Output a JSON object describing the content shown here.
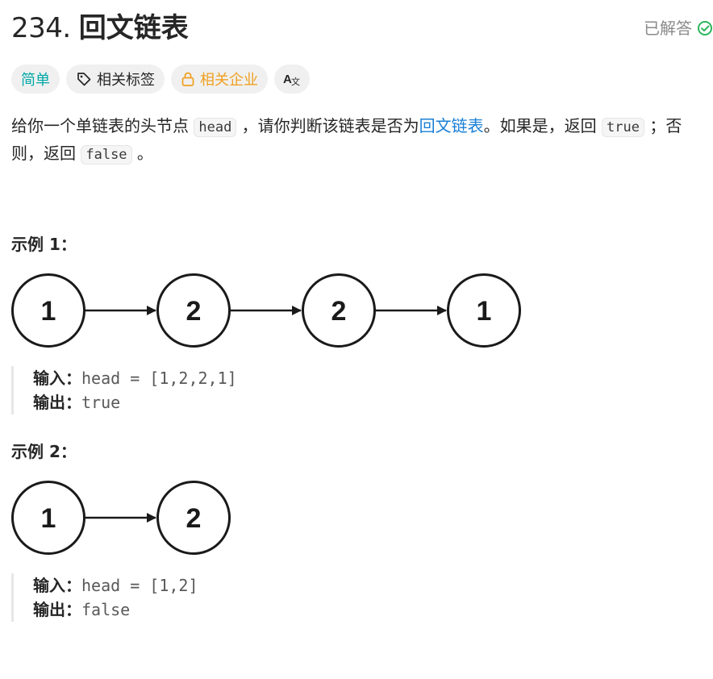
{
  "header": {
    "number": "234.",
    "title": "回文链表",
    "status_label": "已解答"
  },
  "tags": {
    "difficulty": "简单",
    "topics": "相关标签",
    "companies": "相关企业",
    "translate": "A文"
  },
  "description": {
    "p1_a": "给你一个单链表的头节点 ",
    "p1_code1": "head",
    "p1_b": " ，请你判断该链表是否为",
    "p1_link": "回文链表",
    "p1_c": "。如果是，返回 ",
    "p1_code2": "true",
    "p1_d": " ；否则，返回 ",
    "p1_code3": "false",
    "p1_e": " 。"
  },
  "examples": [
    {
      "heading": "示例 1：",
      "nodes": [
        "1",
        "2",
        "2",
        "1"
      ],
      "input_label": "输入：",
      "input_value": "head = [1,2,2,1]",
      "output_label": "输出：",
      "output_value": "true"
    },
    {
      "heading": "示例 2：",
      "nodes": [
        "1",
        "2"
      ],
      "input_label": "输入：",
      "input_value": "head = [1,2]",
      "output_label": "输出：",
      "output_value": "false"
    }
  ],
  "colors": {
    "easy": "#00a8a8",
    "company": "#f0a020",
    "link": "#1a7fd6",
    "solved_check": "#2db55d"
  },
  "icons": {
    "solved": "check-circle-icon",
    "topics": "tag-icon",
    "companies": "lock-icon",
    "translate": "translate-icon"
  }
}
